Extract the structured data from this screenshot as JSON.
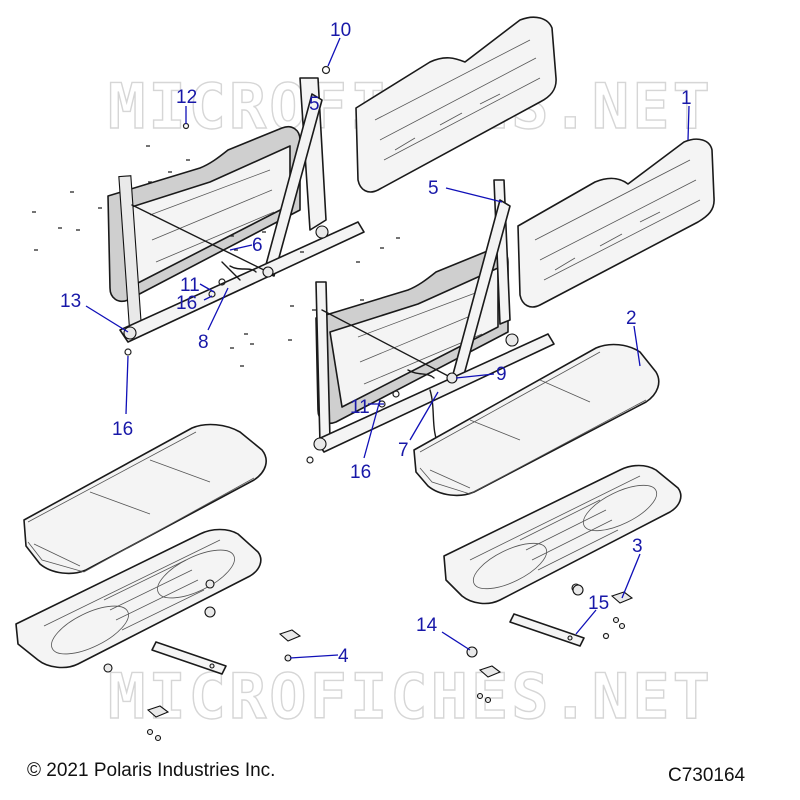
{
  "watermark": "MICROFICHES.NET",
  "footer": {
    "copyright": "© 2021 Polaris Industries Inc.",
    "figure_id": "C730164"
  },
  "callouts": [
    "1",
    "2",
    "3",
    "4",
    "5",
    "5",
    "6",
    "7",
    "8",
    "9",
    "10",
    "11",
    "11",
    "12",
    "13",
    "14",
    "15",
    "16",
    "16",
    "16"
  ],
  "colors": {
    "callout": "#1818a8",
    "outline": "#1a1a1a",
    "watermark": "#d6d6d6"
  }
}
